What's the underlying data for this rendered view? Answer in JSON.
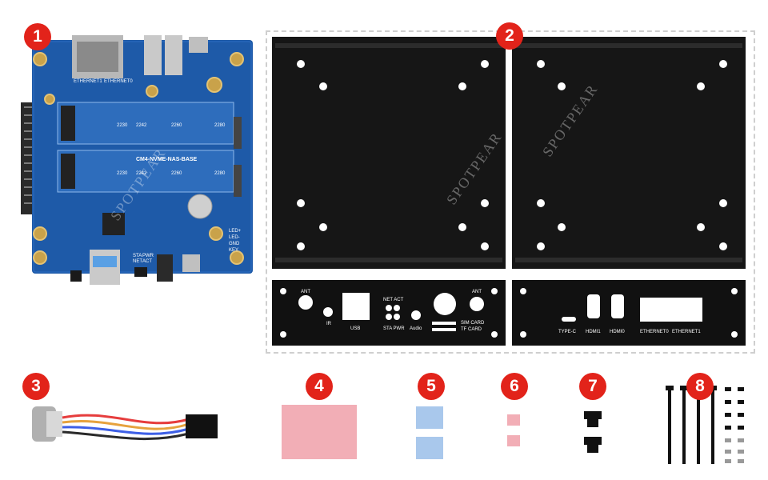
{
  "badges": [
    "1",
    "2",
    "3",
    "4",
    "5",
    "6",
    "7",
    "8"
  ],
  "board": {
    "model": "CM4-NVME-NAS-BASE",
    "eth1": "ETHERNET1",
    "eth0": "ETHERNET0",
    "slot_2230_a": "2230",
    "slot_2242_a": "2242",
    "slot_2260_a": "2260",
    "slot_2280_a": "2280",
    "slot_2230_b": "2230",
    "slot_2242_b": "2242",
    "slot_2260_b": "2260",
    "slot_2280_b": "2280",
    "led_labels": [
      "LED+",
      "LED-",
      "GND",
      "KEY"
    ],
    "sta": "STA",
    "pwr": "PWR",
    "net": "NET",
    "act": "ACT"
  },
  "panel_left": {
    "ant_left": "ANT",
    "ant_right": "ANT",
    "ir": "IR",
    "usb": "USB",
    "net_act": "NET ACT",
    "sta_pwr": "STA PWR",
    "audio": "Audio",
    "sim_card": "SIM CARD",
    "tf_card": "TF CARD"
  },
  "panel_right": {
    "type_c": "TYPE-C",
    "hdmi1": "HDMI1",
    "hdmi0": "HDMI0",
    "ethernet0": "ETHERNET0",
    "ethernet1": "ETHERNET1"
  },
  "watermark": "SPOTPEAR",
  "colors": {
    "badge": "#e2231a",
    "board": "#1e5aa8",
    "aluminum": "#141414",
    "thermal_pad_large": "#f2aeb6",
    "thermal_pad_blue": "#a9c8ec"
  }
}
